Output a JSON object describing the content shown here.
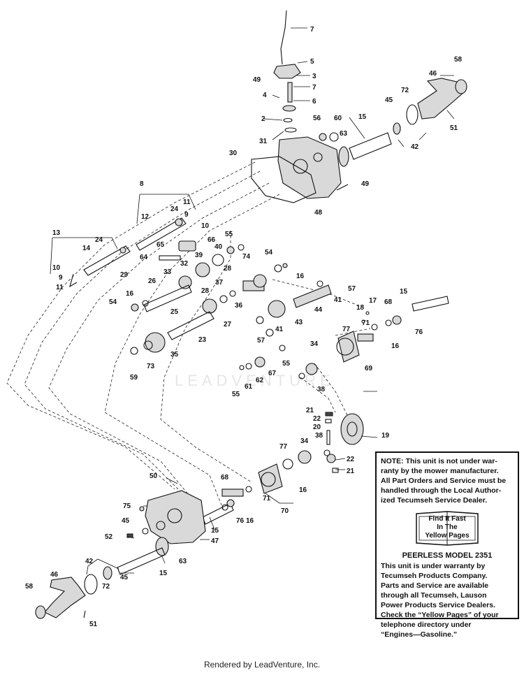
{
  "diagram": {
    "watermark": "LEADVENTURE",
    "callouts": [
      {
        "id": "c7a",
        "label": "7"
      },
      {
        "id": "c5",
        "label": "5"
      },
      {
        "id": "c49a",
        "label": "49"
      },
      {
        "id": "c3",
        "label": "3"
      },
      {
        "id": "c7b",
        "label": "7"
      },
      {
        "id": "c4",
        "label": "4"
      },
      {
        "id": "c6",
        "label": "6"
      },
      {
        "id": "c2",
        "label": "2"
      },
      {
        "id": "c31",
        "label": "31"
      },
      {
        "id": "c56",
        "label": "56"
      },
      {
        "id": "c60",
        "label": "60"
      },
      {
        "id": "c15a",
        "label": "15"
      },
      {
        "id": "c63a",
        "label": "63"
      },
      {
        "id": "c30",
        "label": "30"
      },
      {
        "id": "c49b",
        "label": "49"
      },
      {
        "id": "c48",
        "label": "48"
      },
      {
        "id": "c58a",
        "label": "58"
      },
      {
        "id": "c46a",
        "label": "46"
      },
      {
        "id": "c72a",
        "label": "72"
      },
      {
        "id": "c45a",
        "label": "45"
      },
      {
        "id": "c51a",
        "label": "51"
      },
      {
        "id": "c42a",
        "label": "42"
      },
      {
        "id": "c8",
        "label": "8"
      },
      {
        "id": "c11a",
        "label": "11"
      },
      {
        "id": "c24a",
        "label": "24"
      },
      {
        "id": "c9a",
        "label": "9"
      },
      {
        "id": "c12",
        "label": "12"
      },
      {
        "id": "c10a",
        "label": "10"
      },
      {
        "id": "c13",
        "label": "13"
      },
      {
        "id": "c24b",
        "label": "24"
      },
      {
        "id": "c14",
        "label": "14"
      },
      {
        "id": "c29",
        "label": "29"
      },
      {
        "id": "c10b",
        "label": "10"
      },
      {
        "id": "c9b",
        "label": "9"
      },
      {
        "id": "c11b",
        "label": "11"
      },
      {
        "id": "c55a",
        "label": "55"
      },
      {
        "id": "c65",
        "label": "65"
      },
      {
        "id": "c66",
        "label": "66"
      },
      {
        "id": "c64",
        "label": "64"
      },
      {
        "id": "c39",
        "label": "39"
      },
      {
        "id": "c40",
        "label": "40"
      },
      {
        "id": "c74",
        "label": "74"
      },
      {
        "id": "c54a",
        "label": "54"
      },
      {
        "id": "c32",
        "label": "32"
      },
      {
        "id": "c33",
        "label": "33"
      },
      {
        "id": "c28a",
        "label": "28"
      },
      {
        "id": "c16a",
        "label": "16"
      },
      {
        "id": "c26",
        "label": "26"
      },
      {
        "id": "c28b",
        "label": "28"
      },
      {
        "id": "c37",
        "label": "37"
      },
      {
        "id": "c57a",
        "label": "57"
      },
      {
        "id": "c41a",
        "label": "41"
      },
      {
        "id": "c15b",
        "label": "15"
      },
      {
        "id": "c16b",
        "label": "16"
      },
      {
        "id": "c54b",
        "label": "54"
      },
      {
        "id": "c25",
        "label": "25"
      },
      {
        "id": "c36",
        "label": "36"
      },
      {
        "id": "c27",
        "label": "27"
      },
      {
        "id": "c44",
        "label": "44"
      },
      {
        "id": "c18",
        "label": "18"
      },
      {
        "id": "c17",
        "label": "17"
      },
      {
        "id": "c68a",
        "label": "68"
      },
      {
        "id": "c41b",
        "label": "41"
      },
      {
        "id": "c43",
        "label": "43"
      },
      {
        "id": "c71a",
        "label": "71"
      },
      {
        "id": "c76a",
        "label": "76"
      },
      {
        "id": "c23",
        "label": "23"
      },
      {
        "id": "c57b",
        "label": "57"
      },
      {
        "id": "c77a",
        "label": "77"
      },
      {
        "id": "c35",
        "label": "35"
      },
      {
        "id": "c34a",
        "label": "34"
      },
      {
        "id": "c16c",
        "label": "16"
      },
      {
        "id": "c73",
        "label": "73"
      },
      {
        "id": "c55b",
        "label": "55"
      },
      {
        "id": "c67",
        "label": "67"
      },
      {
        "id": "c69",
        "label": "69"
      },
      {
        "id": "c59",
        "label": "59"
      },
      {
        "id": "c62",
        "label": "62"
      },
      {
        "id": "c61",
        "label": "61"
      },
      {
        "id": "c38a",
        "label": "38"
      },
      {
        "id": "c55c",
        "label": "55"
      },
      {
        "id": "c21a",
        "label": "21"
      },
      {
        "id": "c22a",
        "label": "22"
      },
      {
        "id": "c20",
        "label": "20"
      },
      {
        "id": "c19",
        "label": "19"
      },
      {
        "id": "c38b",
        "label": "38"
      },
      {
        "id": "c34b",
        "label": "34"
      },
      {
        "id": "c77b",
        "label": "77"
      },
      {
        "id": "c22b",
        "label": "22"
      },
      {
        "id": "c21b",
        "label": "21"
      },
      {
        "id": "c50",
        "label": "50"
      },
      {
        "id": "c16d",
        "label": "16"
      },
      {
        "id": "c68b",
        "label": "68"
      },
      {
        "id": "c71b",
        "label": "71"
      },
      {
        "id": "c75",
        "label": "75"
      },
      {
        "id": "c70",
        "label": "70"
      },
      {
        "id": "c76b",
        "label": "76"
      },
      {
        "id": "c16e",
        "label": "16"
      },
      {
        "id": "c45b",
        "label": "45"
      },
      {
        "id": "c15c",
        "label": "15"
      },
      {
        "id": "c52",
        "label": "52"
      },
      {
        "id": "c47",
        "label": "47"
      },
      {
        "id": "c63b",
        "label": "63"
      },
      {
        "id": "c42b",
        "label": "42"
      },
      {
        "id": "c15d",
        "label": "15"
      },
      {
        "id": "c46b",
        "label": "46"
      },
      {
        "id": "c45c",
        "label": "45"
      },
      {
        "id": "c58b",
        "label": "58"
      },
      {
        "id": "c72b",
        "label": "72"
      },
      {
        "id": "c51b",
        "label": "51"
      }
    ]
  },
  "note": {
    "lines": [
      "NOTE: This unit is not under war-",
      "ranty by the mower manufacturer.",
      "All Part Orders and Service must be",
      "handled through the Local Author-",
      "ized Tecumseh Service Dealer."
    ],
    "yellow_pages": [
      "Find It Fast",
      "In The",
      "Yellow Pages"
    ],
    "model_title": "PEERLESS MODEL 2351",
    "warranty_lines": [
      "This unit is under warranty by",
      "Tecumseh Products Company.",
      "Parts and Service are available",
      "through all Tecumseh, Lauson",
      "Power Products Service Dealers.",
      "Check the “Yellow Pages” of your",
      "telephone directory under",
      "“Engines—Gasoline.”"
    ]
  },
  "footer": "Rendered by LeadVenture, Inc."
}
